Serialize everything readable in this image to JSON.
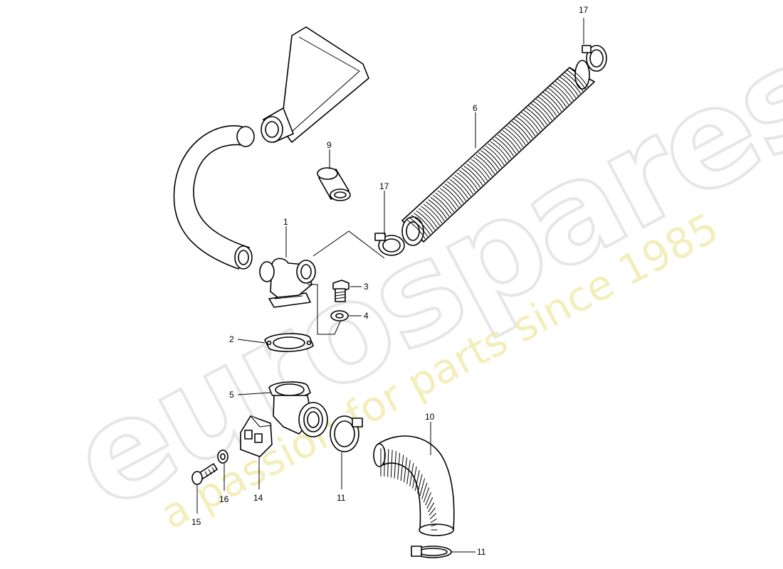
{
  "watermark": {
    "brand": "eurospares",
    "tagline": "a passion for parts since 1985"
  },
  "callouts": {
    "c1": "1",
    "c2": "2",
    "c3": "3",
    "c4": "4",
    "c5": "5",
    "c6": "6",
    "c9": "9",
    "c10": "10",
    "c11a": "11",
    "c11b": "11",
    "c14": "14",
    "c15": "15",
    "c16": "16",
    "c17a": "17",
    "c17b": "17"
  }
}
